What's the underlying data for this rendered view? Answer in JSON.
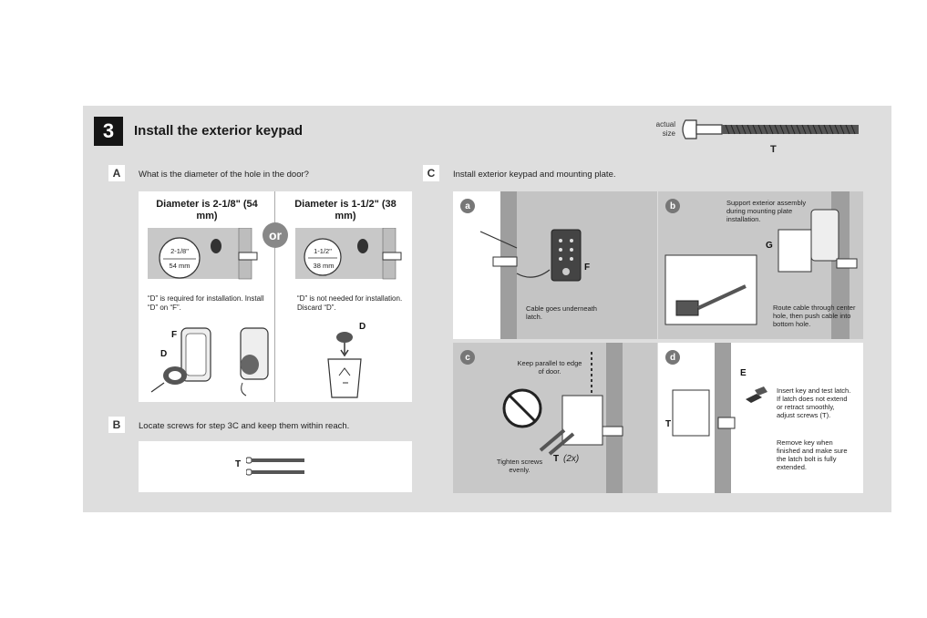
{
  "step": {
    "number": "3",
    "title": "Install the exterior keypad"
  },
  "bolt": {
    "caption": "actual size",
    "label": "T"
  },
  "sectionA": {
    "letter": "A",
    "question": "What is the diameter of the hole in the door?",
    "left": {
      "header": "Diameter is 2-1/8\" (54 mm)",
      "circle_line1": "2-1/8\"",
      "circle_line2": "54 mm",
      "note": "“D” is required for installation. Install “D” on “F”.",
      "label_f": "F",
      "label_d": "D"
    },
    "or": "or",
    "right": {
      "header": "Diameter is 1-1/2\" (38 mm)",
      "circle_line1": "1-1/2\"",
      "circle_line2": "38 mm",
      "note": "“D” is not needed for installation. Discard “D”.",
      "label_d": "D"
    }
  },
  "sectionB": {
    "letter": "B",
    "text": "Locate screws for step 3C and keep them within reach.",
    "label_t": "T"
  },
  "sectionC": {
    "letter": "C",
    "text": "Install exterior keypad and mounting plate.",
    "a": {
      "badge": "a",
      "label_f": "F",
      "note": "Cable goes underneath latch."
    },
    "b": {
      "badge": "b",
      "warning": "Support exterior assembly during mounting plate installation.",
      "label_g": "G",
      "note": "Route cable through center hole, then push cable into bottom hole."
    },
    "c": {
      "badge": "c",
      "note_top": "Keep parallel to edge of door.",
      "note_bottom": "Tighten screws evenly.",
      "label_t": "T",
      "qty": "(2x)"
    },
    "d": {
      "badge": "d",
      "label_e": "E",
      "label_t": "T",
      "note1": "Insert key and test latch. If latch does not extend or retract smoothly, adjust screws (T).",
      "note2": "Remove key when finished and make sure the latch bolt is fully extended."
    }
  }
}
